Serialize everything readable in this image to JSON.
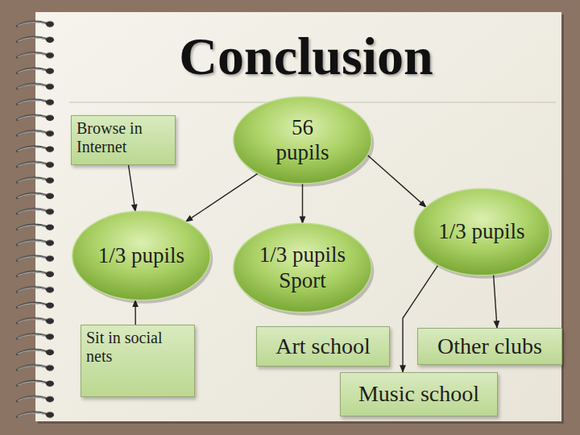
{
  "diagram": {
    "title": "Conclusion",
    "nodes": [
      {
        "text": [
          "Browse in Internet"
        ]
      },
      {
        "text": [
          "56 pupils"
        ]
      },
      {
        "text": [
          "1/3 pupils"
        ]
      },
      {
        "text": [
          "1/3 pupils"
        ]
      },
      {
        "text": [
          "1/3 pupils",
          "Sport"
        ]
      },
      {
        "text": [
          "Sit in social nets"
        ]
      },
      {
        "text": [
          "Art school"
        ]
      },
      {
        "text": [
          "Other clubs"
        ]
      },
      {
        "text": [
          "Music school"
        ]
      }
    ],
    "edges": [
      {
        "from": 0,
        "to": 3,
        "arrow": "to"
      },
      {
        "from": 5,
        "to": 3,
        "arrow": "to"
      },
      {
        "from": 1,
        "to": 3,
        "arrow": "to"
      },
      {
        "from": 1,
        "to": 4,
        "arrow": "to"
      },
      {
        "from": 1,
        "to": 2,
        "arrow": "to"
      },
      {
        "from": 2,
        "to": 7,
        "arrow": "to"
      },
      {
        "from": 2,
        "to": 8,
        "arrow": "to"
      }
    ]
  }
}
